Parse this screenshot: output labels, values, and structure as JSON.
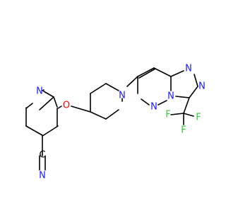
{
  "molecule": {
    "atom_labels": {
      "N_pyridine": "N",
      "O_ether": "O",
      "N_piperidine": "N",
      "N_nitrile": "N",
      "C_nitrile": "C",
      "N_pyridazine": "N",
      "N_triazole_bridge": "N",
      "N_triazole_1": "N",
      "N_triazole_2": "N",
      "F1": "F",
      "F2": "F",
      "F3": "F"
    },
    "colors": {
      "bond": "#000000",
      "nitrogen": "#1a1aff",
      "oxygen": "#ff0000",
      "fluorine": "#33cc33"
    }
  }
}
